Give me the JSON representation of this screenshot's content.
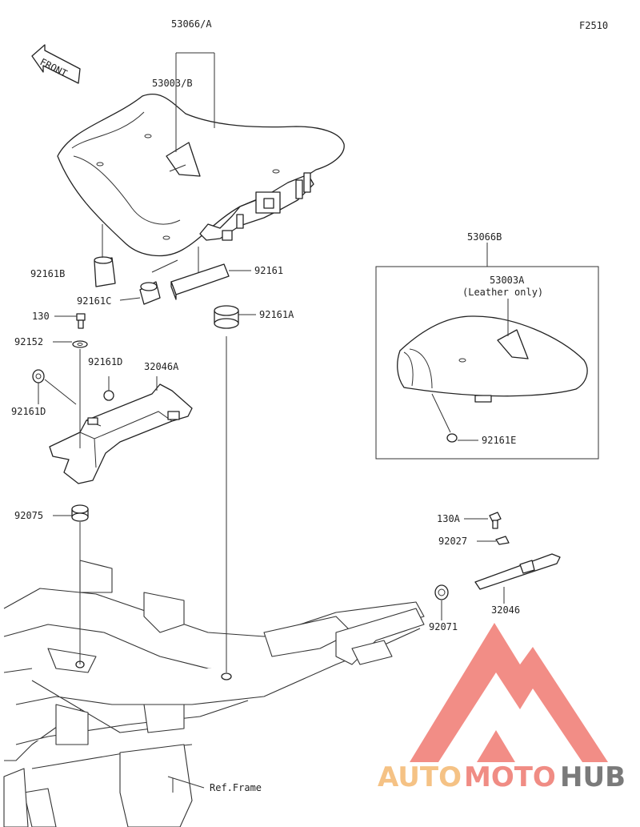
{
  "figure_code": "F2510",
  "front_label": "FRONT",
  "ref_frame": "Ref.Frame",
  "inset_note": "(Leather only)",
  "callouts": {
    "p53066a": "53066/A",
    "p53003b": "53003/B",
    "p92161b": "92161B",
    "p92161": "92161",
    "p92161c": "92161C",
    "p92161a": "92161A",
    "p130": "130",
    "p92152": "92152",
    "p92161d_top": "92161D",
    "p32046a": "32046A",
    "p92161d_left": "92161D",
    "p92075": "92075",
    "p53066b": "53066B",
    "p53003a": "53003A",
    "p92161e": "92161E",
    "p130a": "130A",
    "p92027": "92027",
    "p32046": "32046",
    "p92071": "92071"
  },
  "watermark": {
    "part1": "AUTO",
    "part2": "MOTO",
    "part3": "HUB",
    "color1": "#f5c285",
    "color2": "#f08c84",
    "color3": "#7a7a7a",
    "logo_color": "#f07a72"
  }
}
